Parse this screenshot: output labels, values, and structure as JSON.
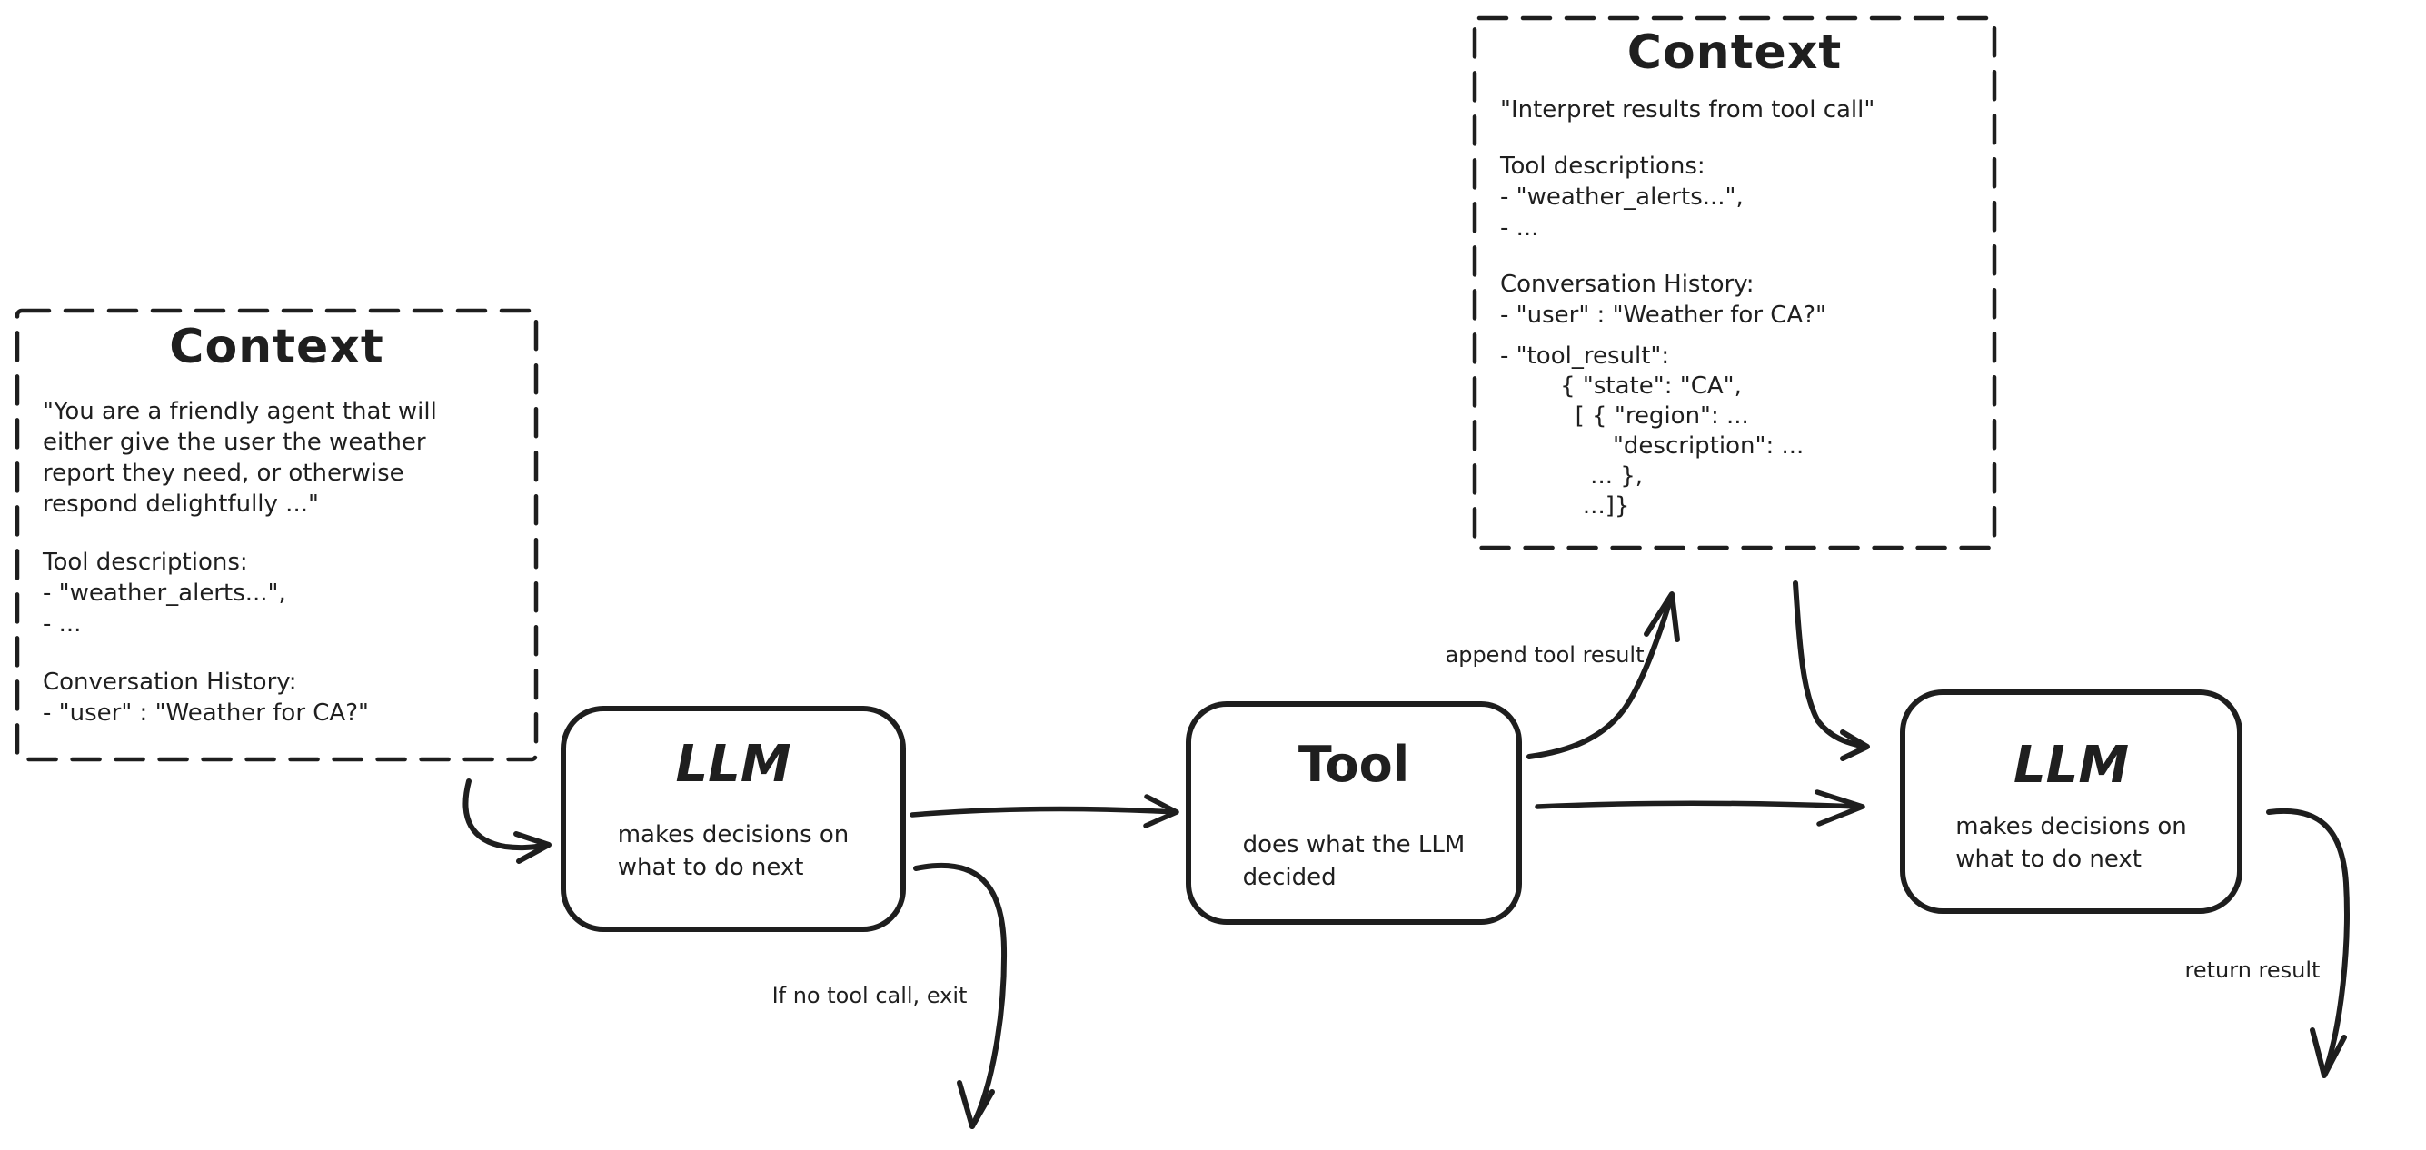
{
  "page": {
    "background": "#ffffff",
    "stroke_color": "#1e1e1e",
    "text_color": "#1f1f1f"
  },
  "context_left": {
    "title": "Context",
    "system_prompt": [
      "\"You are a friendly agent that will",
      "either give the user the weather",
      "report they need, or otherwise",
      "respond delightfully ...\""
    ],
    "tool_descriptions": [
      "Tool descriptions:",
      "- \"weather_alerts...\",",
      "- ..."
    ],
    "conversation_history": [
      "Conversation History:",
      "- \"user\" : \"Weather for CA?\""
    ]
  },
  "context_top": {
    "title": "Context",
    "system_prompt": [
      "\"Interpret results from tool call\""
    ],
    "tool_descriptions": [
      "Tool descriptions:",
      "- \"weather_alerts...\",",
      "- ..."
    ],
    "conversation_history": [
      "Conversation History:",
      "- \"user\" : \"Weather for CA?\""
    ],
    "tool_result": [
      "- \"tool_result\":",
      "        { \"state\": \"CA\",",
      "          [ { \"region\": ...",
      "               \"description\": ...",
      "            ... },",
      "           ...]}"
    ]
  },
  "llm_first": {
    "title": "LLM",
    "subtitle": [
      "makes decisions on",
      "what to do next"
    ]
  },
  "tool_node": {
    "title": "Tool",
    "subtitle": [
      "does what the LLM",
      "decided"
    ]
  },
  "llm_second": {
    "title": "LLM",
    "subtitle": [
      "makes decisions on",
      "what to do next"
    ]
  },
  "edge_labels": {
    "append_tool_result": "append tool result",
    "no_tool_call_exit": "If no tool call, exit",
    "return_result": "return result"
  }
}
